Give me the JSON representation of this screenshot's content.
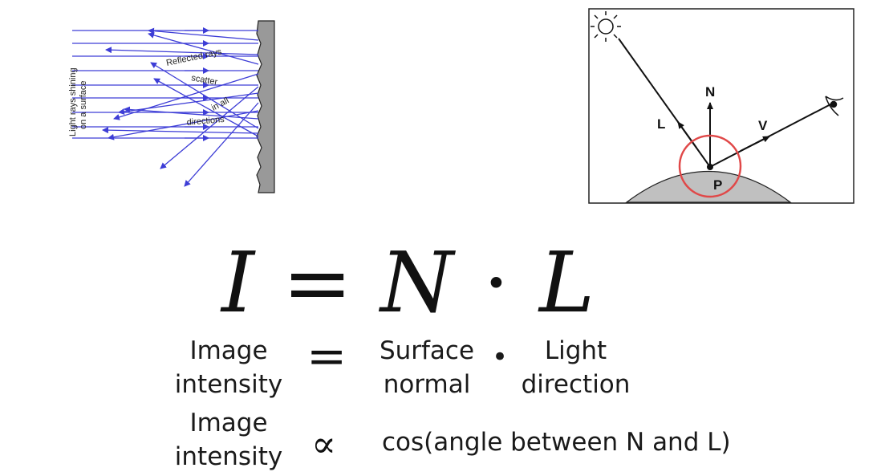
{
  "scatter_figure": {
    "side_label_line1": "Light rays shining",
    "side_label_line2": "on a surface",
    "reflected_line1": "Reflected rays",
    "reflected_line2": "scatter",
    "reflected_line3": "in all",
    "reflected_line4": "directions",
    "ray_color": "#3d3dd6"
  },
  "lighting_figure": {
    "normal_label": "N",
    "light_label": "L",
    "view_label": "V",
    "point_label": "P",
    "highlight_color": "#e04848",
    "surface_color": "#c0c0c0"
  },
  "equation": {
    "lhs": "I",
    "equals": "=",
    "n": "N",
    "dot": "·",
    "l": "L"
  },
  "row1": {
    "left_line1": "Image",
    "left_line2": "intensity",
    "op": "=",
    "mid_line1": "Surface",
    "mid_line2": "normal",
    "dot": "•",
    "right_line1": "Light",
    "right_line2": "direction"
  },
  "row2": {
    "left_line1": "Image",
    "left_line2": "intensity",
    "op": "∝",
    "right": "cos(angle between N and L)"
  }
}
